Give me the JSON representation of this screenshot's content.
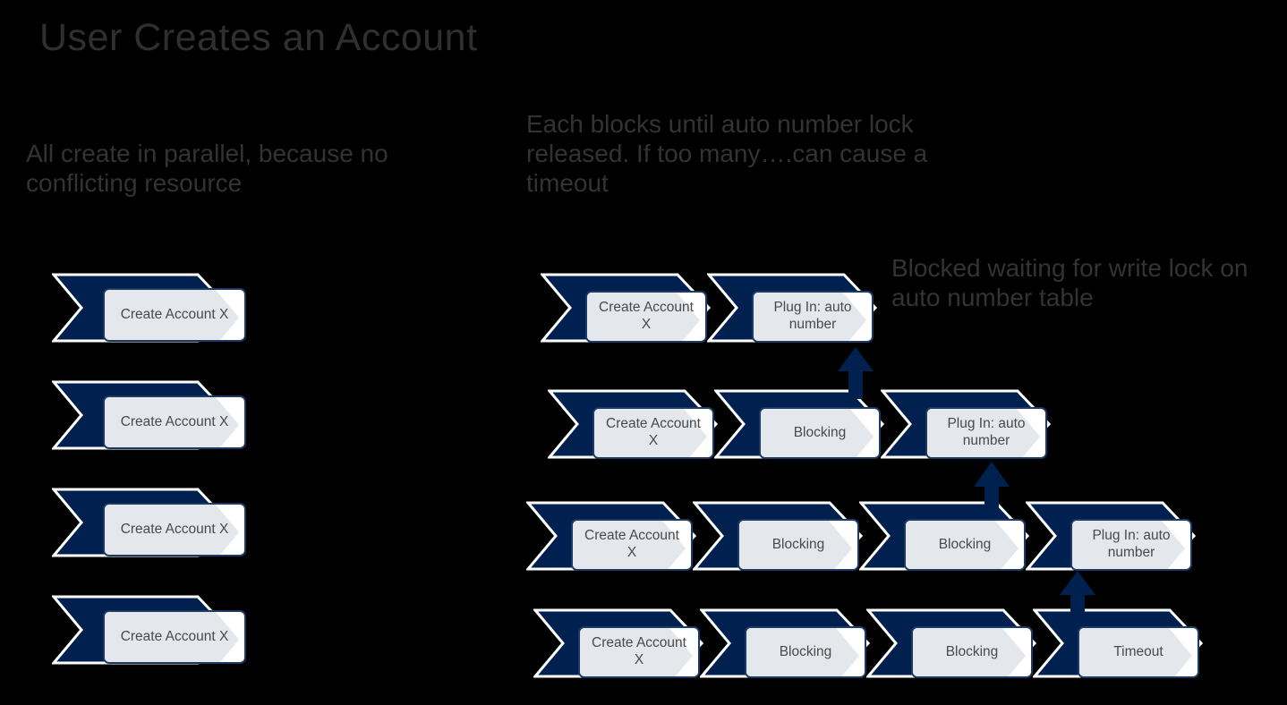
{
  "slide": {
    "title": "User Creates an Account",
    "background_color": "#000000",
    "navy": "#002050",
    "navy_border": "#1d3a63",
    "label_fill": "#ffffff",
    "chevron_ghost": "#e4e7ec",
    "text_color": "#333333"
  },
  "annotations": {
    "left": "All create in parallel, because no conflicting resource",
    "middle": "Each blocks until auto number lock released. If too many….can cause a timeout",
    "right": "Blocked waiting for write lock on auto number table"
  },
  "left_column": {
    "name": "parallel-create-lane",
    "nodes": [
      {
        "label": "Create Account X"
      },
      {
        "label": "Create Account X"
      },
      {
        "label": "Create Account X"
      },
      {
        "label": "Create Account X"
      }
    ]
  },
  "right_diagram": {
    "name": "blocking-chain-lanes",
    "rows": [
      {
        "id": "row-1",
        "nodes": [
          {
            "label": "Create Account X"
          },
          {
            "label": "Plug In: auto number"
          }
        ]
      },
      {
        "id": "row-2",
        "nodes": [
          {
            "label": "Create Account X"
          },
          {
            "label": "Blocking"
          },
          {
            "label": "Plug In: auto number"
          }
        ]
      },
      {
        "id": "row-3",
        "nodes": [
          {
            "label": "Create Account X"
          },
          {
            "label": "Blocking"
          },
          {
            "label": "Blocking"
          },
          {
            "label": "Plug In: auto number"
          }
        ]
      },
      {
        "id": "row-4",
        "nodes": [
          {
            "label": "Create Account X"
          },
          {
            "label": "Blocking"
          },
          {
            "label": "Blocking"
          },
          {
            "label": "Timeout"
          }
        ]
      }
    ],
    "arrows": [
      {
        "id": "arrow-row2-to-row1",
        "direction": "up"
      },
      {
        "id": "arrow-row3-to-row2",
        "direction": "up"
      },
      {
        "id": "arrow-row4-to-row3",
        "direction": "up"
      }
    ]
  }
}
